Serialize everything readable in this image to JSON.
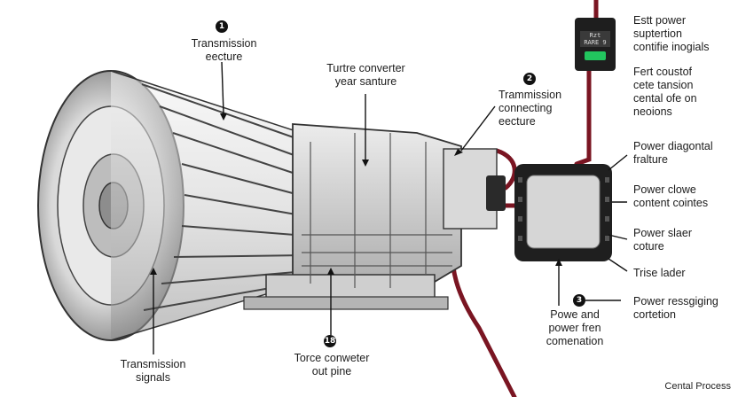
{
  "callouts": [
    {
      "id": "c1",
      "badge": "1",
      "text": "Transmission\neecture"
    },
    {
      "id": "c2",
      "badge": "",
      "text": "Turtre converter\nyear santure"
    },
    {
      "id": "c3",
      "badge": "2",
      "text": "Trammission\nconnecting\neecture"
    },
    {
      "id": "c4",
      "badge": "",
      "text": "Transmission\nsignals"
    },
    {
      "id": "c5",
      "badge": "18",
      "text": "Torce conweter\nout pine"
    },
    {
      "id": "c6",
      "badge": "",
      "text": "Powe and\npower fren\ncomenation"
    }
  ],
  "right_labels": [
    {
      "id": "r1",
      "text": "Estt power\nsuptertion\ncontifie inogials"
    },
    {
      "id": "r2",
      "text": "Fert coustof\ncete tansion\ncental ofe on\nneoions"
    },
    {
      "id": "r3",
      "text": "Power diagontal\nfralture"
    },
    {
      "id": "r4",
      "text": "Power clowe\ncontent cointes"
    },
    {
      "id": "r5",
      "text": "Power slaer\ncoture"
    },
    {
      "id": "r6",
      "text": "Trise lader"
    },
    {
      "id": "r7",
      "badge": "3",
      "text": "Power ressgiging\ncortetion"
    }
  ],
  "module_top": {
    "line1": "Rzt",
    "line2": "RARE 9"
  },
  "footer": "Cental Process",
  "colors": {
    "cable": "#7a1522",
    "line": "#111111",
    "module": "#1f1f1f",
    "led": "#22c55e"
  }
}
